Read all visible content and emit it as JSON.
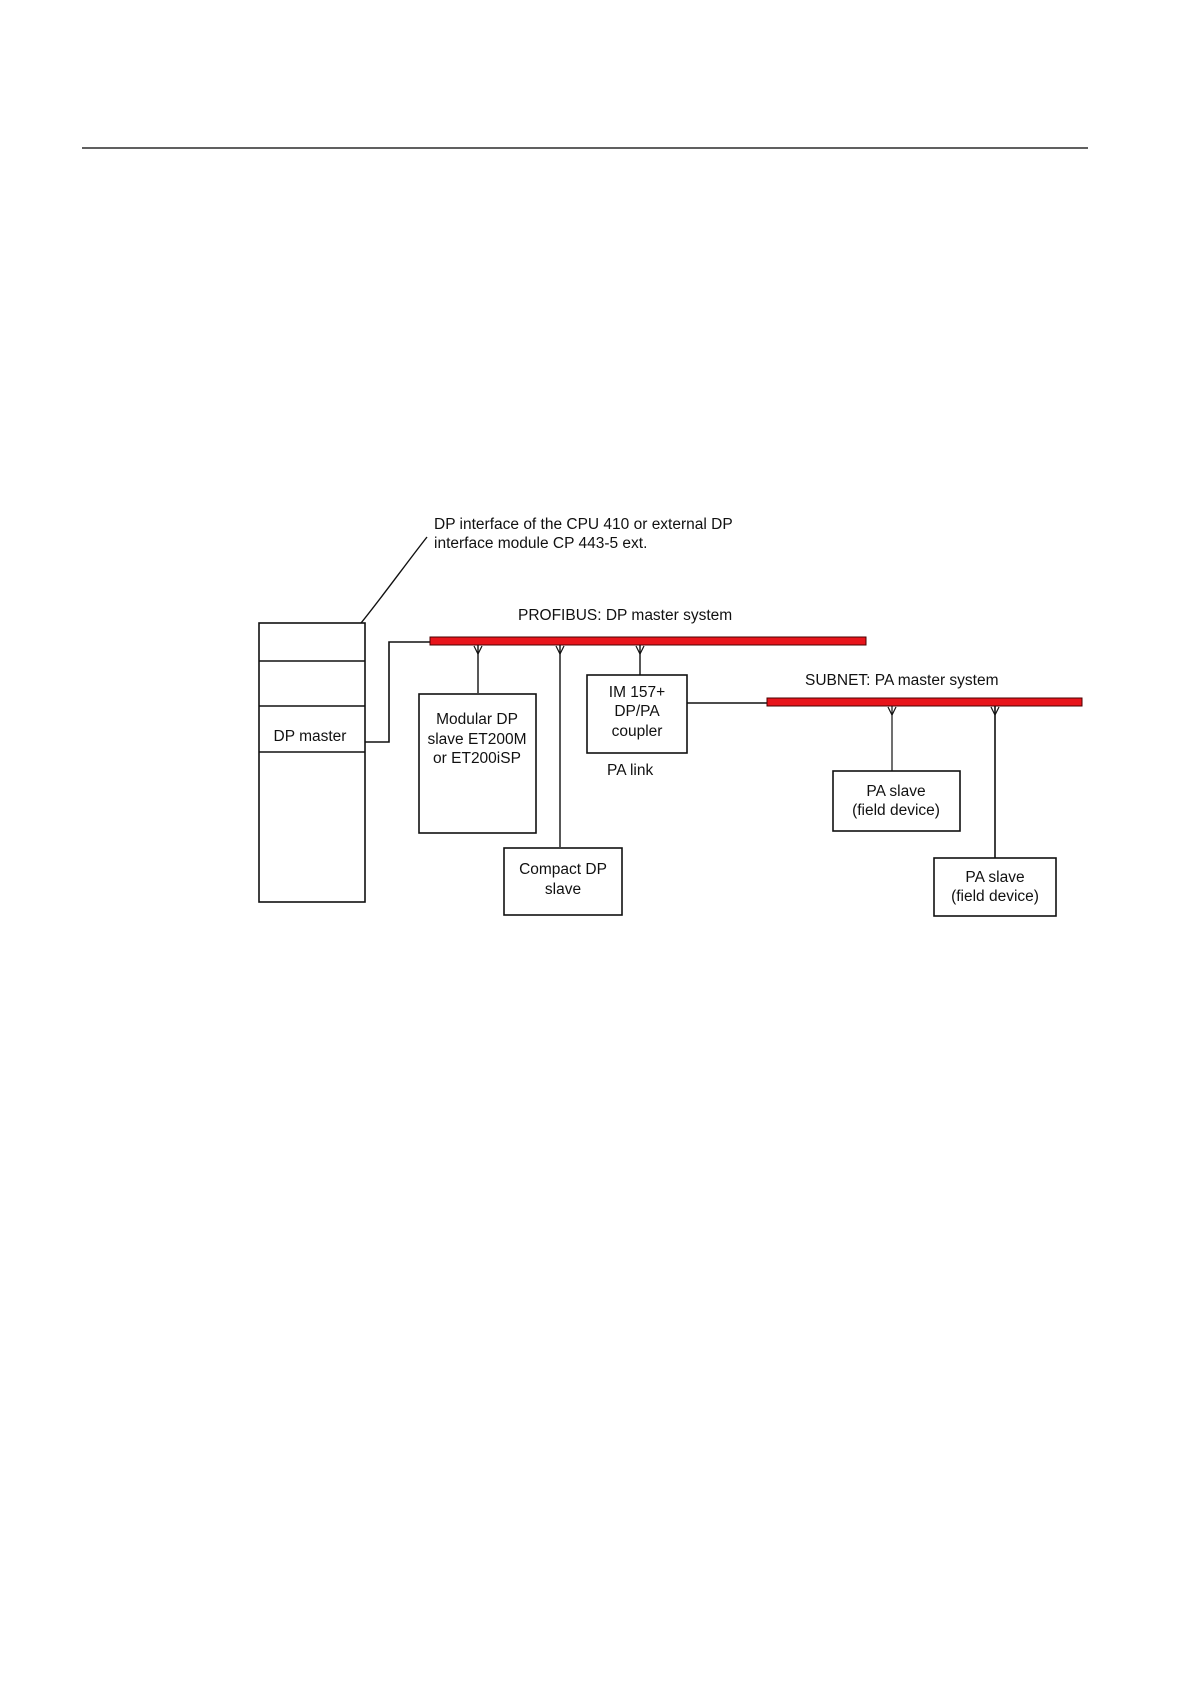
{
  "page": {
    "background": "#ffffff",
    "rule_color": "#000000"
  },
  "diagram": {
    "bus_fill": "#e8141b",
    "bus_edge": "#4a0000",
    "line_color": "#111111",
    "callout": {
      "line1": "DP interface of the CPU 410 or external DP",
      "line2": "interface module CP 443-5 ext."
    },
    "rack": {
      "dp_master_label": "DP master"
    },
    "dp_bus": {
      "label": "PROFIBUS: DP master system"
    },
    "pa_bus": {
      "label": "SUBNET: PA master system"
    },
    "modular_slave": {
      "line1": "Modular DP",
      "line2": "slave ET200M",
      "line3": "or ET200iSP"
    },
    "compact_slave": {
      "line1": "Compact DP",
      "line2": "slave"
    },
    "coupler": {
      "line1": "IM 157+",
      "line2": "DP/PA",
      "line3": "coupler",
      "caption": "PA link"
    },
    "pa_slave_1": {
      "line1": "PA slave",
      "line2": "(field device)"
    },
    "pa_slave_2": {
      "line1": "PA slave",
      "line2": "(field device)"
    }
  }
}
